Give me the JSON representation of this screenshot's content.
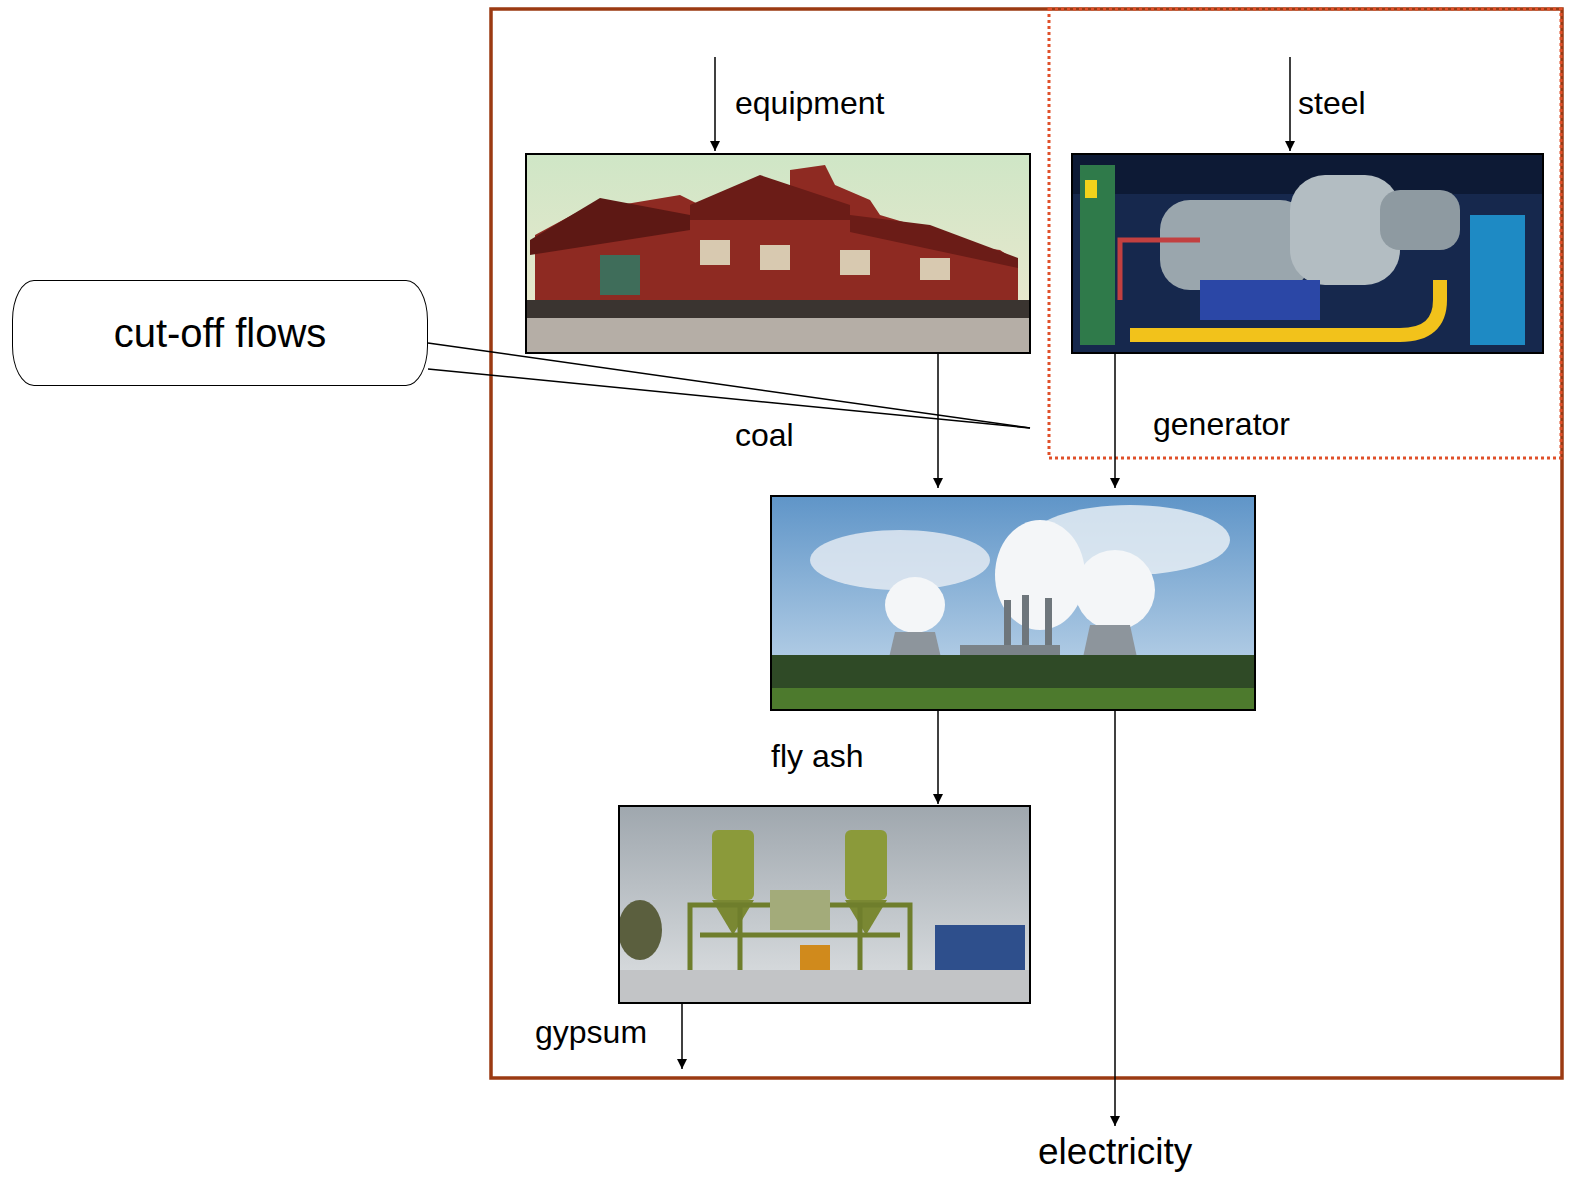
{
  "diagram": {
    "nodes": [
      {
        "text": [
          "cut-off flows"
        ]
      }
    ],
    "labels": [
      "equipment",
      "steel",
      "coal",
      "generator",
      "fly ash",
      "gypsum",
      "electricity"
    ]
  }
}
